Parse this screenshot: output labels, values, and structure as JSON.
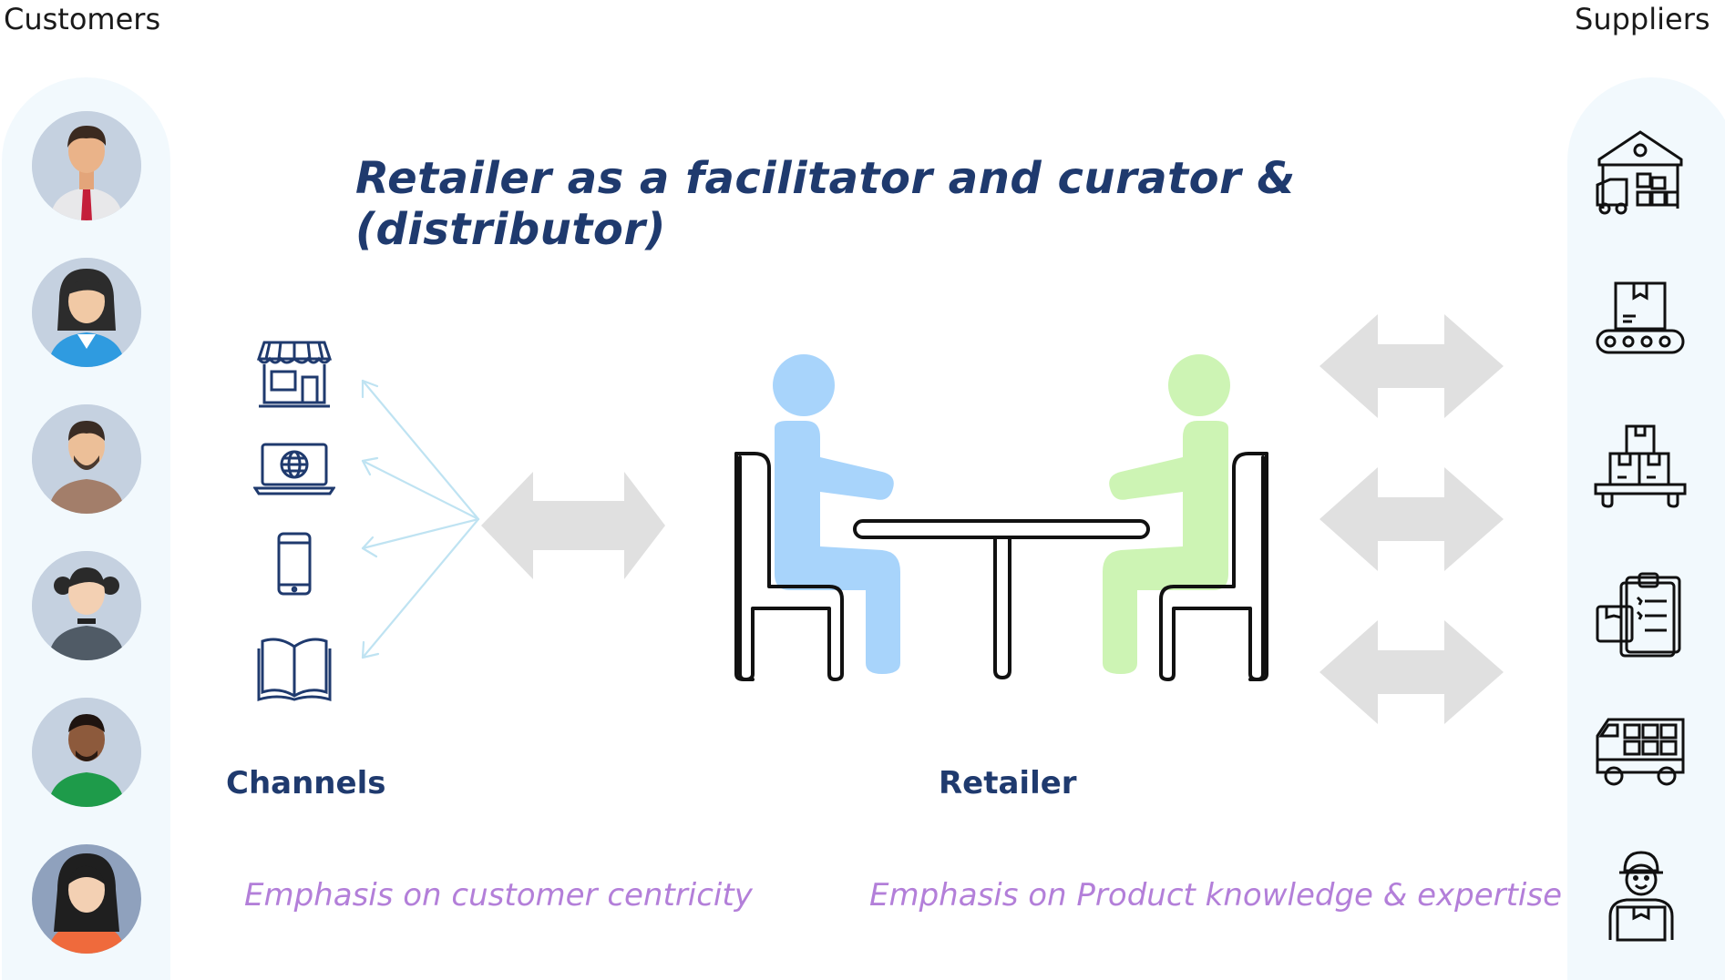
{
  "headers": {
    "customers": "Customers",
    "suppliers": "Suppliers"
  },
  "title": "Retailer as a facilitator and curator & (distributor)",
  "labels": {
    "channels": "Channels",
    "retailer": "Retailer"
  },
  "emphasis": {
    "customer": "Emphasis on customer centricity",
    "product": "Emphasis on Product knowledge & expertise"
  },
  "colors": {
    "title": "#1f3a6e",
    "emphasis": "#b37fd9",
    "panel": "#f2f9fd",
    "arrow": "#e0e0e0",
    "connector": "#bfe3f2",
    "retailer_person": "#a8d4fb",
    "supplier_person": "#cdf4b4"
  },
  "customers": [
    {
      "icon": "businessman-avatar-icon"
    },
    {
      "icon": "businesswoman-avatar-icon"
    },
    {
      "icon": "bearded-man-avatar-icon"
    },
    {
      "icon": "girl-avatar-icon"
    },
    {
      "icon": "dark-skin-man-avatar-icon"
    },
    {
      "icon": "woman-avatar-icon"
    }
  ],
  "channels": [
    {
      "icon": "storefront-icon"
    },
    {
      "icon": "laptop-globe-icon"
    },
    {
      "icon": "smartphone-icon"
    },
    {
      "icon": "open-book-icon"
    }
  ],
  "suppliers": [
    {
      "icon": "warehouse-truck-icon"
    },
    {
      "icon": "conveyor-box-icon"
    },
    {
      "icon": "pallet-boxes-icon"
    },
    {
      "icon": "clipboard-box-icon"
    },
    {
      "icon": "delivery-truck-icon"
    },
    {
      "icon": "delivery-worker-icon"
    }
  ]
}
